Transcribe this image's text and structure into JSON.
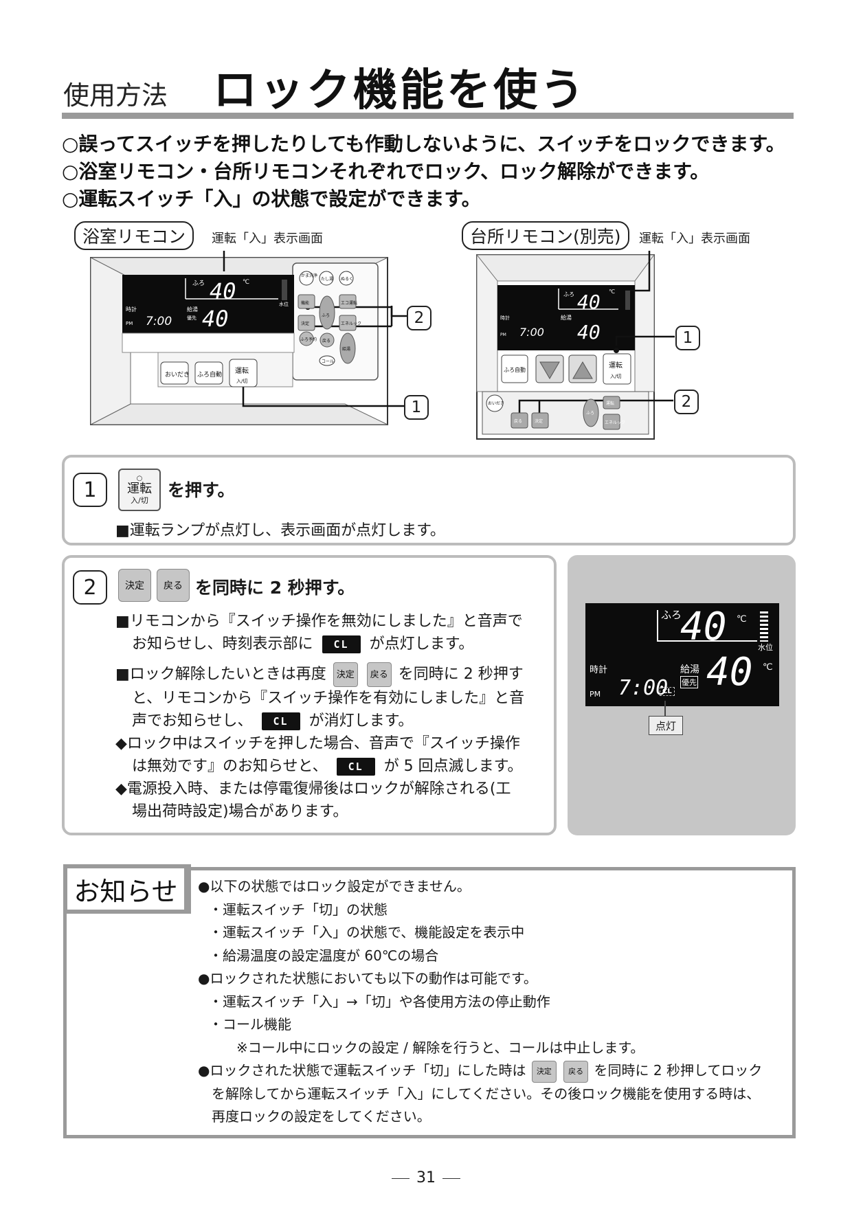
{
  "header": {
    "section_label": "使用方法",
    "title": "ロック機能を使う"
  },
  "intro_bullets": [
    "○誤ってスイッチを押したりしても作動しないように、スイッチをロックできます。",
    "○浴室リモコン・台所リモコンそれぞれでロック、ロック解除ができます。",
    "○運転スイッチ「入」の状態で設定ができます。"
  ],
  "bath_remote": {
    "tag": "浴室リモコン",
    "callout": "運転「入」表示画面",
    "display": {
      "furo": "ふろ",
      "temp_main": "40",
      "unit": "℃",
      "water_level": "水位",
      "clock_label": "時計",
      "pm": "PM",
      "time": "7:00",
      "kyuto": "給湯",
      "yusen": "優先",
      "temp_sub": "40"
    },
    "keys": {
      "kama": "かま洗浄",
      "tashiyu": "たし湯",
      "nuruku": "ぬるく",
      "kino": "機能",
      "eco": "エコ運転",
      "kettei": "決定",
      "furo_btn": "ふろ",
      "ene": "エネルック",
      "furo_yoyaku": "ふろ予約",
      "modoru": "戻る",
      "call": "コール",
      "kyuto": "給湯",
      "oidaki": "おいだき",
      "furo_jido": "ふろ自動",
      "unten": "運転",
      "unten_sub": "入/切"
    },
    "callout_nums": [
      "2",
      "1"
    ]
  },
  "kitchen_remote": {
    "tag": "台所リモコン(別売)",
    "callout": "運転「入」表示画面",
    "display": {
      "furo": "ふろ",
      "temp_main": "40",
      "unit": "℃",
      "clock_label": "時計",
      "pm": "PM",
      "time": "7:00",
      "kyuto": "給湯",
      "temp_sub": "40"
    },
    "keys": {
      "furo_jido": "ふろ自動",
      "unten": "運転",
      "unten_sub": "入/切",
      "oidaki": "おいだき",
      "modoru": "戻る",
      "kettei": "決定",
      "furo": "ふろ",
      "unten2": "運転",
      "ene": "エネルック"
    },
    "callout_nums": [
      "1",
      "2"
    ]
  },
  "step1": {
    "num": "1",
    "key_top": "運転",
    "key_bottom": "入/切",
    "action": "を押す。",
    "note": "■運転ランプが点灯し、表示画面が点灯します。"
  },
  "step2": {
    "num": "2",
    "key_kettei": "決定",
    "key_modoru": "戻る",
    "action": "を同時に 2 秒押す。",
    "cl": "CL",
    "l1a": "■リモコンから『スイッチ操作を無効にしました』と音声で",
    "l1b": "お知らせし、時刻表示部に",
    "l1c": "が点灯します。",
    "l2a": "■ロック解除したいときは再度",
    "l2b": "を同時に 2 秒押す",
    "l2c": "と、リモコンから『スイッチ操作を有効にしました』と音",
    "l2d": "声でお知らせし、",
    "l2e": "が消灯します。",
    "l3a": "◆ロック中はスイッチを押した場合、音声で『スイッチ操作",
    "l3b": "は無効です』のお知らせと、",
    "l3c": "が 5 回点滅します。",
    "l4a": "◆電源投入時、または停電復帰後はロックが解除される(工",
    "l4b": "場出荷時設定)場合があります。"
  },
  "lcd_panel": {
    "furo": "ふろ",
    "temp_main": "40",
    "unit": "℃",
    "water_level": "水位",
    "clock_label": "時計",
    "pm": "PM",
    "time": "7:00",
    "cl": "CL",
    "kyuto": "給湯",
    "yusen": "優先",
    "temp_sub": "40",
    "unit2": "℃",
    "tento": "点灯"
  },
  "notice": {
    "heading": "お知らせ",
    "b1": "●以下の状態ではロック設定ができません。",
    "b1_items": [
      "・運転スイッチ「切」の状態",
      "・運転スイッチ「入」の状態で、機能設定を表示中",
      "・給湯温度の設定温度が 60℃の場合"
    ],
    "b2": "●ロックされた状態においても以下の動作は可能です。",
    "b2_items": [
      "・運転スイッチ「入」→「切」や各使用方法の停止動作",
      "・コール機能"
    ],
    "b2_note": "※コール中にロックの設定 / 解除を行うと、コールは中止します。",
    "b3a": "●ロックされた状態で運転スイッチ「切」にした時は",
    "b3_key1": "決定",
    "b3_key2": "戻る",
    "b3b": "を同時に 2 秒押してロック",
    "b3c": "を解除してから運転スイッチ「入」にしてください。その後ロック機能を使用する時は、",
    "b3d": "再度ロックの設定をしてください。"
  },
  "footer": {
    "page_number": "31"
  }
}
